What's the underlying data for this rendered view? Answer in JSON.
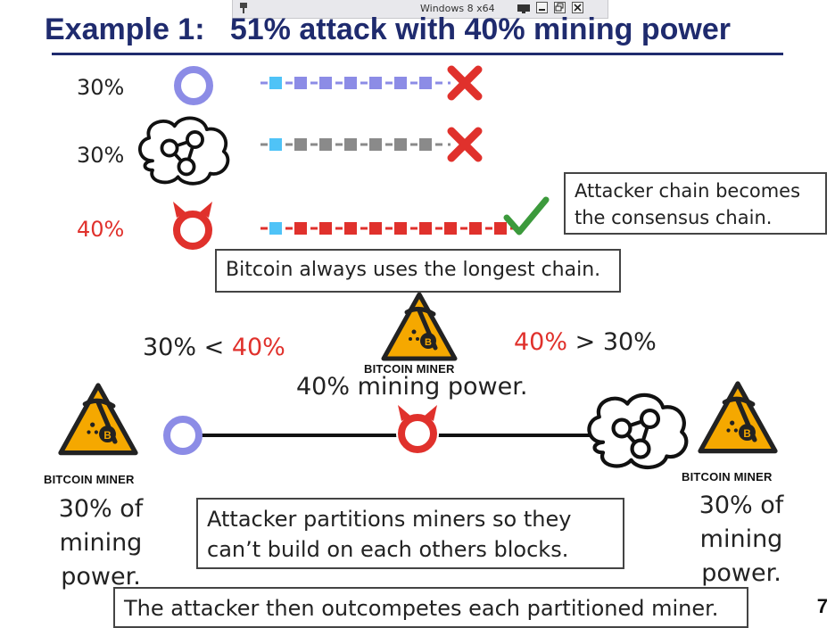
{
  "vm_toolbar": {
    "title": "Windows 8 x64"
  },
  "slide": {
    "title": "Example 1:   51% attack with 40% mining power",
    "chains": [
      {
        "percent": "30%",
        "outcome": "rejected"
      },
      {
        "percent": "30%",
        "outcome": "rejected"
      },
      {
        "percent": "40%",
        "outcome": "accepted"
      }
    ],
    "callout_consensus": {
      "line1": "Attacker chain becomes",
      "line2": "the consensus chain."
    },
    "callout_longest": "Bitcoin always uses the longest chain.",
    "compare_left": {
      "a": "30%",
      "op": "<",
      "b": "40%"
    },
    "compare_right": {
      "a": "40%",
      "op": ">",
      "b": "30%"
    },
    "miner_label": "BITCOIN MINER",
    "center_power": "40% mining power.",
    "left_miner_power": {
      "line1": "30% of",
      "line2": "mining",
      "line3": "power."
    },
    "right_miner_power": {
      "line1": "30% of",
      "line2": "mining",
      "line3": "power."
    },
    "callout_partition": {
      "line1": "Attacker partitions miners so they",
      "line2": "can’t build on each others blocks."
    },
    "callout_outcompete": "The attacker then outcompetes each partitioned miner.",
    "page_number": "7",
    "colors": {
      "title": "#1f2b6e",
      "attacker": "#e0312c",
      "honest_circle": "#8c8ce6",
      "chain_blue": "#8c8ce6",
      "chain_gray": "#8a8a8a",
      "genesis": "#4fc3f7",
      "check": "#3c9a3c",
      "miner_sign": "#f5a800"
    }
  }
}
